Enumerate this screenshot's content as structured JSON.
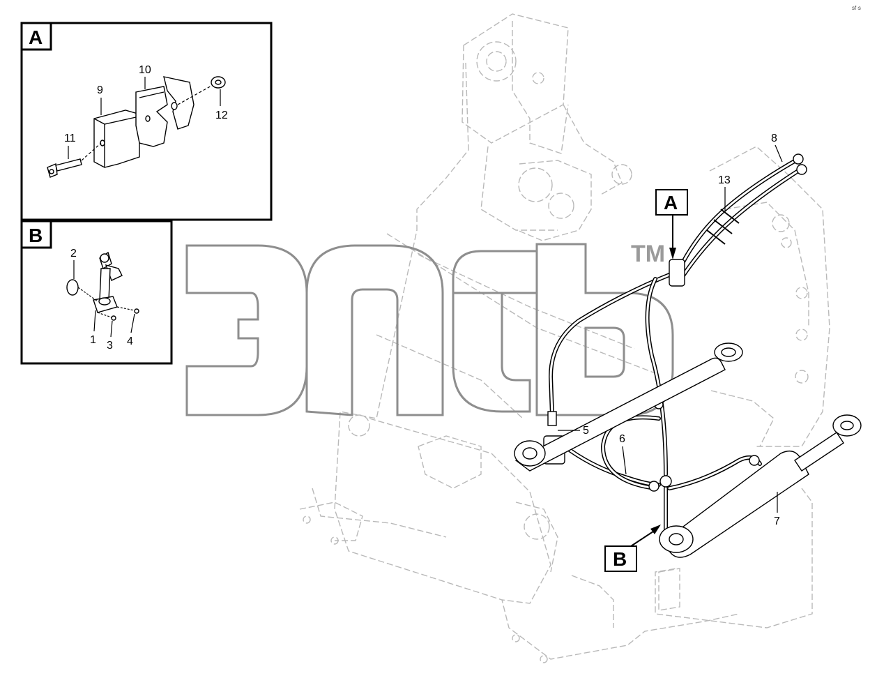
{
  "diagram": {
    "corner_mark": "sf·s",
    "watermark_tm": "TM",
    "detail_a": {
      "letter": "A",
      "callouts": [
        "9",
        "10",
        "11",
        "12"
      ]
    },
    "detail_b": {
      "letter": "B",
      "callouts": [
        "2",
        "1",
        "3",
        "4"
      ]
    },
    "main": {
      "view_a_letter": "A",
      "view_b_letter": "B",
      "callouts": [
        "8",
        "13",
        "5",
        "6",
        "7"
      ]
    }
  }
}
